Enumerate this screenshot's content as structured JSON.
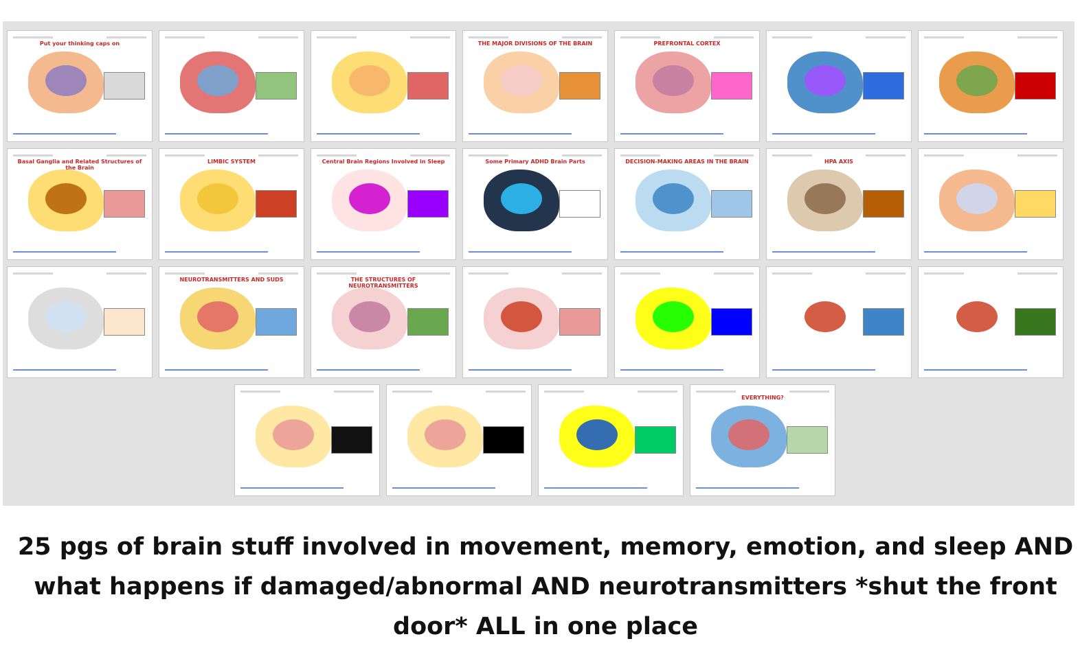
{
  "pages": [
    {
      "title": "Put your thinking caps on"
    },
    {
      "title": ""
    },
    {
      "title": ""
    },
    {
      "title": "THE MAJOR DIVISIONS OF THE BRAIN"
    },
    {
      "title": "PREFRONTAL CORTEX"
    },
    {
      "title": ""
    },
    {
      "title": ""
    },
    {
      "title": "Basal Ganglia and Related Structures of the Brain"
    },
    {
      "title": "LIMBIC SYSTEM"
    },
    {
      "title": "Central Brain Regions Involved in Sleep"
    },
    {
      "title": "Some Primary ADHD Brain Parts"
    },
    {
      "title": "DECISION-MAKING AREAS IN THE BRAIN"
    },
    {
      "title": "HPA AXIS"
    },
    {
      "title": ""
    },
    {
      "title": ""
    },
    {
      "title": "NEUROTRANSMITTERS AND SUDS"
    },
    {
      "title": "THE STRUCTURES OF NEUROTRANSMITTERS"
    },
    {
      "title": ""
    },
    {
      "title": ""
    },
    {
      "title": ""
    },
    {
      "title": ""
    },
    {
      "title": ""
    },
    {
      "title": ""
    },
    {
      "title": ""
    },
    {
      "title": "EVERYTHING?"
    }
  ],
  "caption": "25 pgs of brain stuff involved in movement, memory, emotion, and sleep AND what happens if damaged/abnormal AND neurotransmitters *shut the front door* ALL in one place"
}
